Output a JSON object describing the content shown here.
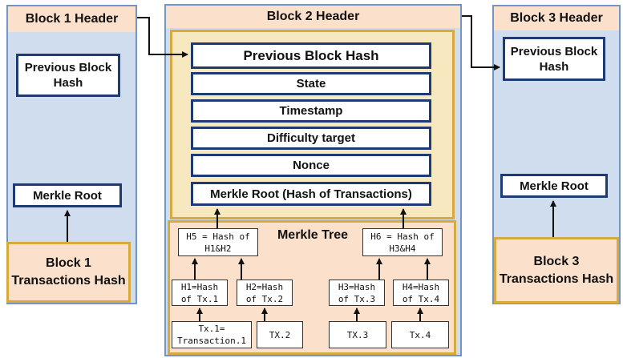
{
  "block1": {
    "header": "Block 1 Header",
    "prev_hash": "Previous Block\nHash",
    "merkle_root": "Merkle Root",
    "tx_hash": "Block 1\nTransactions Hash"
  },
  "block2": {
    "header": "Block 2 Header",
    "fields": [
      "Previous Block Hash",
      "State",
      "Timestamp",
      "Difficulty target",
      "Nonce",
      "Merkle Root (Hash of Transactions)"
    ],
    "merkle_tree": {
      "title": "Merkle Tree",
      "h5": "H5 = Hash of\nH1&H2",
      "h6": "H6 = Hash of\nH3&H4",
      "h1": "H1=Hash\nof Tx.1",
      "h2": "H2=Hash\nof Tx.2",
      "h3": "H3=Hash\nof Tx.3",
      "h4": "H4=Hash\nof Tx.4",
      "tx1": "Tx.1=\nTransaction.1",
      "tx2": "TX.2",
      "tx3": "TX.3",
      "tx4": "Tx.4"
    }
  },
  "block3": {
    "header": "Block 3 Header",
    "prev_hash": "Previous Block\nHash",
    "merkle_root": "Merkle Root",
    "tx_hash": "Block 3\nTransactions Hash"
  }
}
